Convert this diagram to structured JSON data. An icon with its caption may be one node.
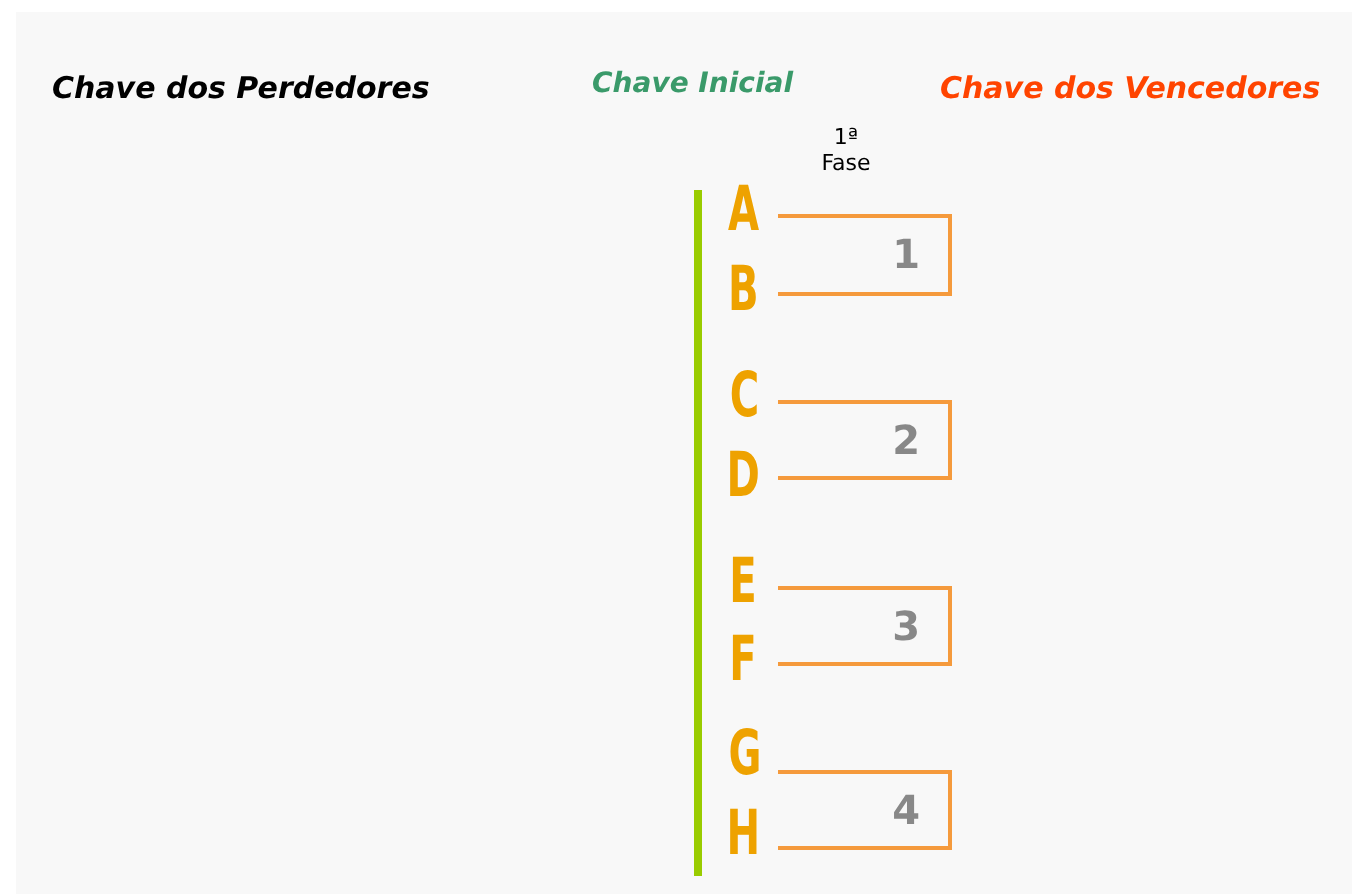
{
  "diagram": {
    "nodes": [
      {
        "text": [
          "A"
        ]
      },
      {
        "text": [
          "B"
        ]
      },
      {
        "text": [
          "C"
        ]
      },
      {
        "text": [
          "D"
        ]
      },
      {
        "text": [
          "E"
        ]
      },
      {
        "text": [
          "F"
        ]
      },
      {
        "text": [
          "G"
        ]
      },
      {
        "text": [
          "H"
        ]
      },
      {
        "text": [
          "1"
        ]
      },
      {
        "text": [
          "2"
        ]
      },
      {
        "text": [
          "3"
        ]
      },
      {
        "text": [
          "4"
        ]
      }
    ],
    "edges": [
      {
        "from": 0,
        "to": 8,
        "arrow": "none"
      },
      {
        "from": 1,
        "to": 8,
        "arrow": "none"
      },
      {
        "from": 2,
        "to": 9,
        "arrow": "none"
      },
      {
        "from": 3,
        "to": 9,
        "arrow": "none"
      },
      {
        "from": 4,
        "to": 10,
        "arrow": "none"
      },
      {
        "from": 5,
        "to": 10,
        "arrow": "none"
      },
      {
        "from": 6,
        "to": 11,
        "arrow": "none"
      },
      {
        "from": 7,
        "to": 11,
        "arrow": "none"
      }
    ],
    "labels": [
      "Chave dos Perdedores",
      "Chave Inicial",
      "Chave dos Vencedores",
      "1ª Fase"
    ]
  }
}
